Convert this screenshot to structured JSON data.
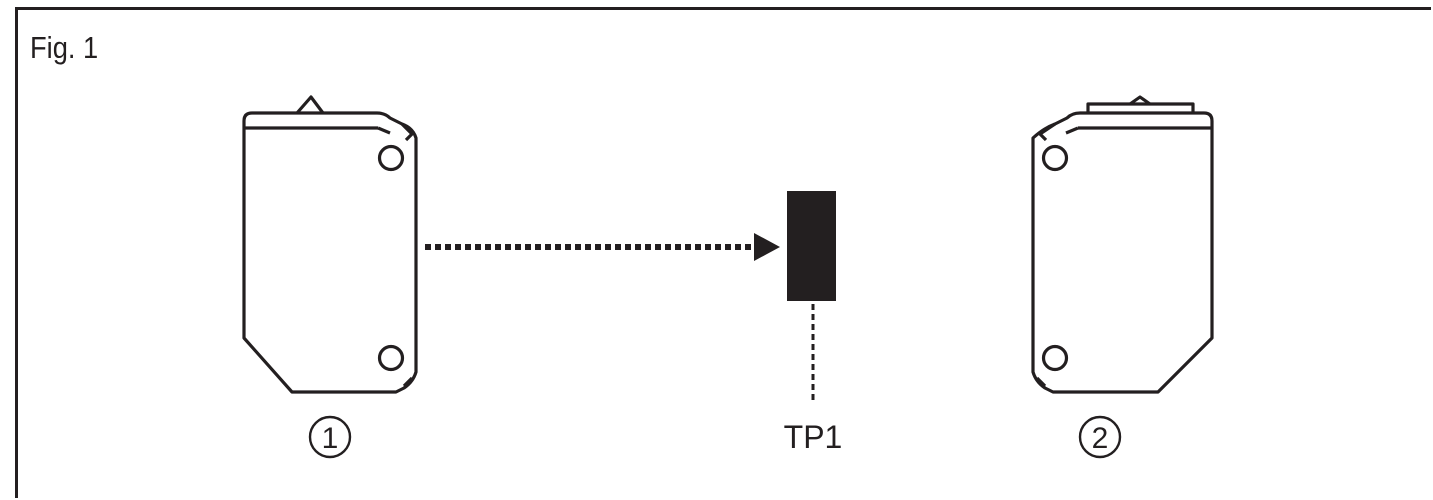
{
  "figure": {
    "label": "Fig. 1",
    "stroke_color": "#231f20"
  },
  "callouts": {
    "sensor1": "1",
    "sensor2": "2",
    "target": "TP1"
  }
}
